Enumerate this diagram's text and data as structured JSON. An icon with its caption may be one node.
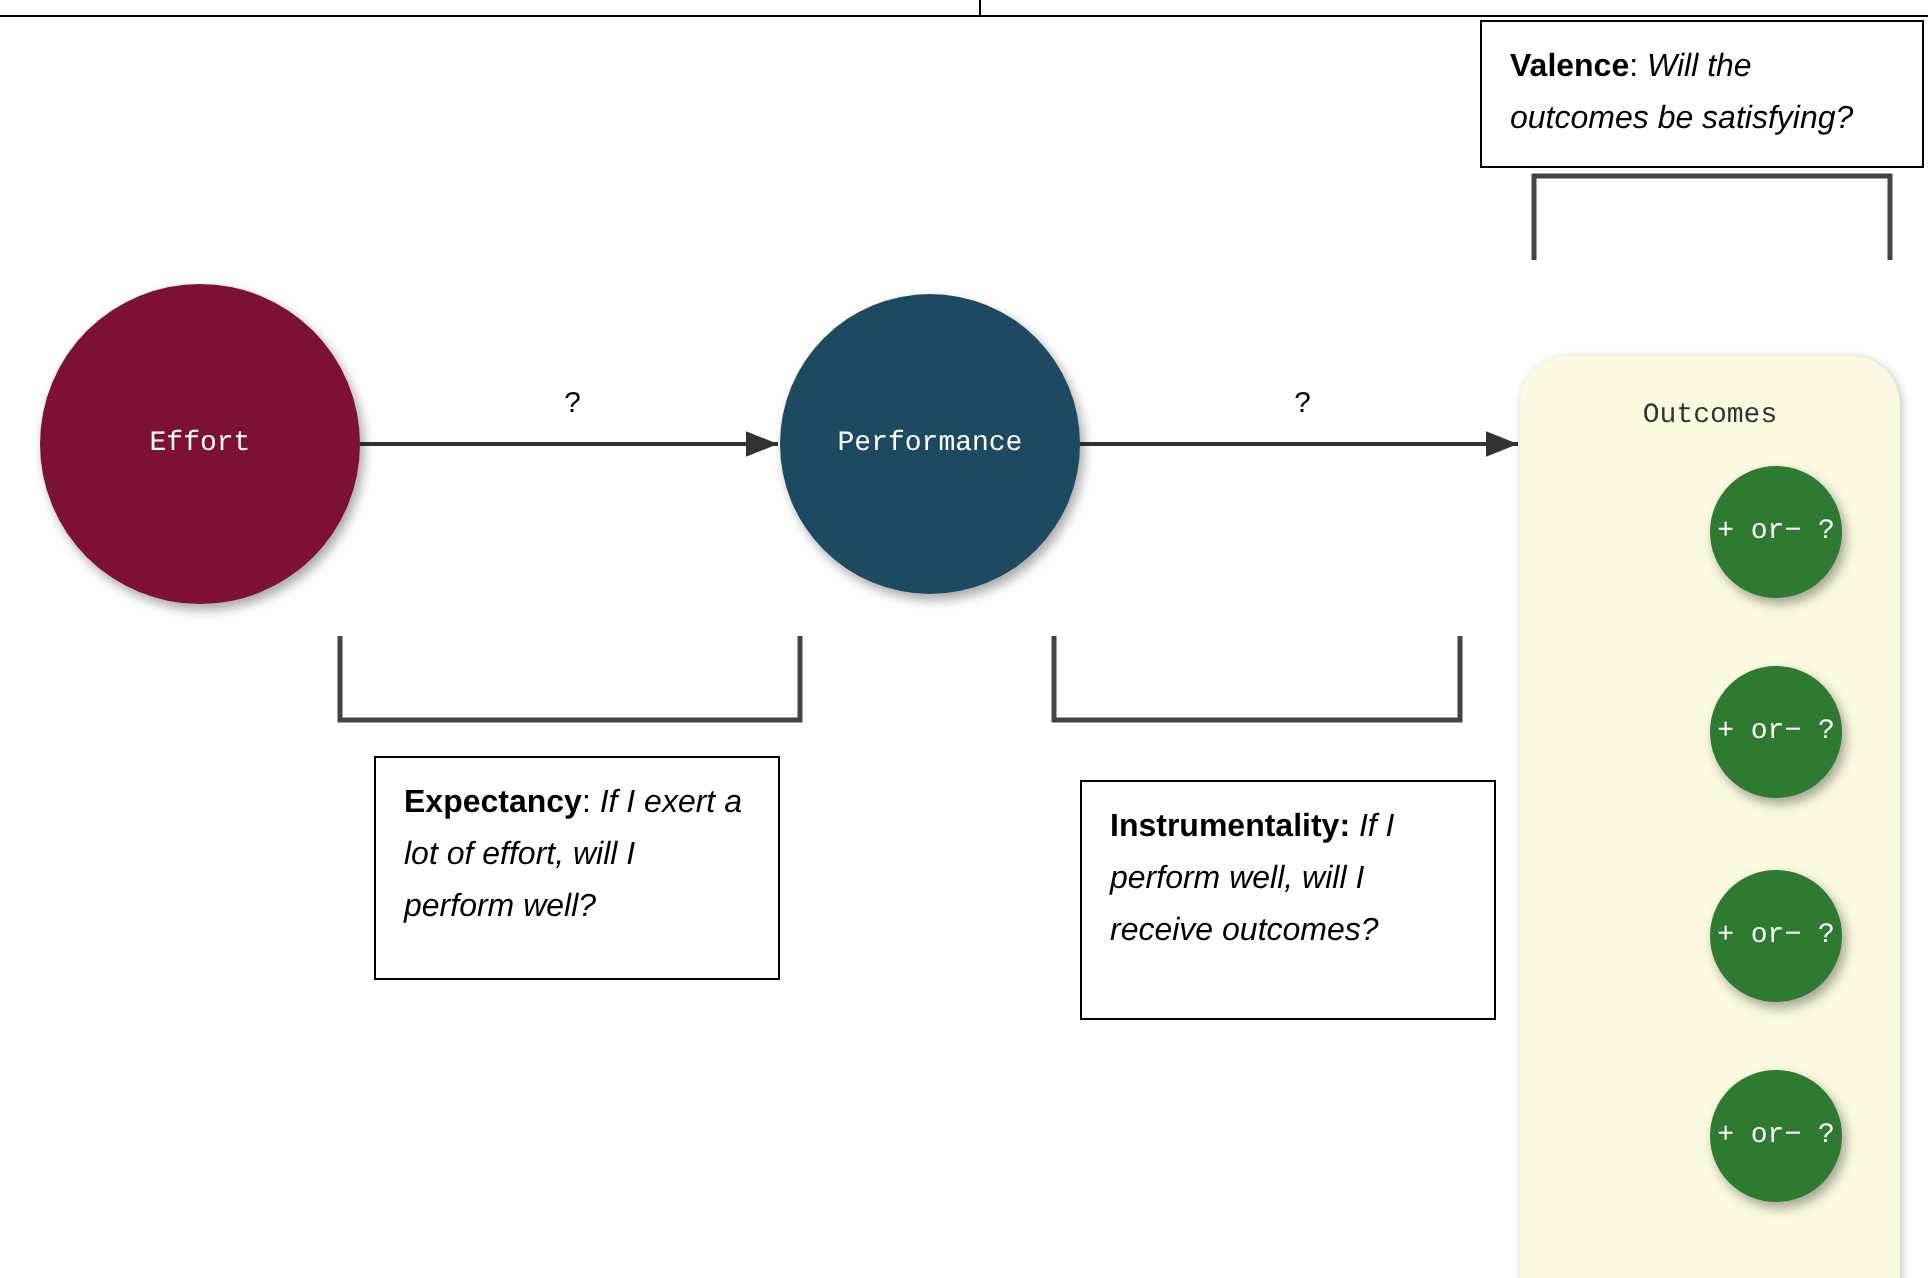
{
  "diagram": {
    "nodes": [
      {
        "text": [
          "Effort"
        ]
      },
      {
        "text": [
          "Performance"
        ]
      },
      {
        "text": [
          "Outcomes"
        ]
      },
      {
        "text": [
          "+ or− ?"
        ],
        "in": 2
      },
      {
        "text": [
          "+ or− ?"
        ],
        "in": 2
      },
      {
        "text": [
          "+ or− ?"
        ],
        "in": 2
      },
      {
        "text": [
          "+ or− ?"
        ],
        "in": 2
      },
      {
        "text": [
          "**Expectancy**: *If I exert a lot of effort, will I perform well?*"
        ]
      },
      {
        "text": [
          "**Instrumentality:** *If I perform well, will I receive outcomes?*"
        ]
      },
      {
        "text": [
          "**Valence**: *Will the outcomes be satisfying?*"
        ]
      }
    ],
    "edges": [
      {
        "from": 0,
        "to": 1,
        "arrow": "to",
        "label": "?"
      },
      {
        "from": 1,
        "to": 2,
        "arrow": "to",
        "label": "?"
      }
    ]
  }
}
